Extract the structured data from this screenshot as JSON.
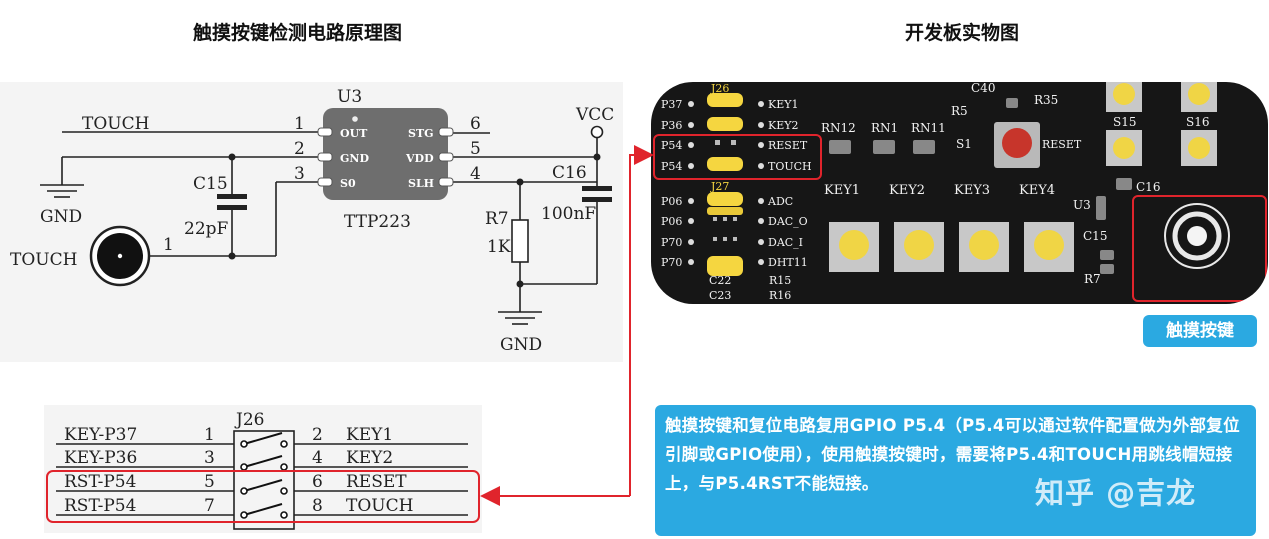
{
  "titles": {
    "left": "触摸按键检测电路原理图",
    "right": "开发板实物图"
  },
  "schematic": {
    "chip_ref": "U3",
    "chip_name": "TTP223",
    "pins_left": [
      "OUT",
      "GND",
      "S0"
    ],
    "pins_right": [
      "STG",
      "VDD",
      "SLH"
    ],
    "pin_numbers_left": [
      "1",
      "2",
      "3"
    ],
    "pin_numbers_right": [
      "6",
      "5",
      "4"
    ],
    "touch_net_label": "TOUCH",
    "touch_pad_label": "TOUCH",
    "touch_pad_pin": "1",
    "gnd_left": "GND",
    "gnd_bottom": "GND",
    "vcc": "VCC",
    "c15_ref": "C15",
    "c15_value": "22pF",
    "c16_ref": "C16",
    "c16_value": "100nF",
    "r7_ref": "R7",
    "r7_value": "1K"
  },
  "jumper": {
    "ref": "J26",
    "rows": [
      {
        "left": "KEY-P37",
        "pin_l": "1",
        "pin_r": "2",
        "right": "KEY1"
      },
      {
        "left": "KEY-P36",
        "pin_l": "3",
        "pin_r": "4",
        "right": "KEY2"
      },
      {
        "left": "RST-P54",
        "pin_l": "5",
        "pin_r": "6",
        "right": "RESET"
      },
      {
        "left": "RST-P54",
        "pin_l": "7",
        "pin_r": "8",
        "right": "TOUCH"
      }
    ]
  },
  "board": {
    "j26_label": "J26",
    "j27_label": "J27",
    "rows_top": [
      {
        "left": "P37",
        "right": "KEY1"
      },
      {
        "left": "P36",
        "right": "KEY2"
      },
      {
        "left": "P54",
        "right": "RESET"
      },
      {
        "left": "P54",
        "right": "TOUCH"
      }
    ],
    "rows_bottom": [
      {
        "left": "P06",
        "right": "ADC"
      },
      {
        "left": "P06",
        "right": "DAC_O"
      },
      {
        "left": "P70",
        "right": "DAC_I"
      },
      {
        "left": "P70",
        "right": "DHT11"
      }
    ],
    "rn_labels": [
      "RN12",
      "RN1",
      "RN11"
    ],
    "key_labels": [
      "KEY1",
      "KEY2",
      "KEY3",
      "KEY4"
    ],
    "misc": {
      "c40": "C40",
      "r5": "R5",
      "r35": "R35",
      "s1": "S1",
      "reset": "RESET",
      "s15": "S15",
      "s16": "S16",
      "c16": "C16",
      "u3": "U3",
      "c15": "C15",
      "r7": "R7",
      "c22": "C22",
      "c23": "C23",
      "r15": "R15",
      "r16": "R16"
    }
  },
  "touch_key_tag": "触摸按键",
  "note": "触摸按键和复位电路复用GPIO P5.4（P5.4可以通过软件配置做为外部复位引脚或GPIO使用），使用触摸按键时，需要将P5.4和TOUCH用跳线帽短接上，与P5.4RST不能短接。",
  "watermark": "知乎 @吉龙",
  "colors": {
    "highlight_red": "#e0242c",
    "note_blue": "#2ba9e1",
    "jumper_yellow": "#f5d640",
    "pcb_black": "#161616"
  }
}
